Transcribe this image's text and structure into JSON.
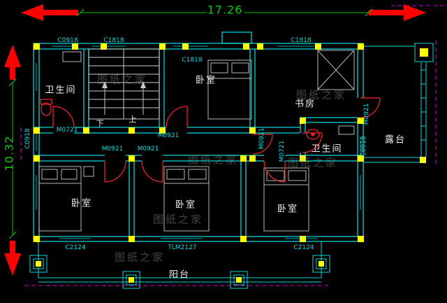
{
  "dimensions": {
    "width": "17.26",
    "height": "10.32"
  },
  "rooms": {
    "bathroom_top": "卫生间",
    "bedroom_top": "卧室",
    "study": "书房",
    "terrace": "露台",
    "bathroom_right": "卫生间",
    "bedroom_bottom_left": "卧室",
    "bedroom_bottom_middle": "卧室",
    "bedroom_bottom_right": "卧室",
    "balcony": "阳台"
  },
  "openings": {
    "c0918_top": "C0918",
    "c1818_top_left": "C1818",
    "c1818_bedroom": "C1818",
    "c1818_top_right": "C1818",
    "m0721_bath": "M0721",
    "m0921_hall_top": "M0921",
    "m0921_hall_left": "M0921",
    "m0921_hall_mid": "M0921",
    "m0921_vert": "M0921",
    "m0721_vert": "M0721",
    "c0918_left": "C0918",
    "c0918_right": "C0918",
    "m0921_terrace": "M0921",
    "c2124_left": "C2124",
    "tlm2127": "TLM2127",
    "c2124_right": "C2124"
  },
  "stairs": {
    "down": "下",
    "up": "上"
  },
  "watermark": "图纸之家",
  "colors": {
    "wall": "#00d8d8",
    "column": "#ffff00",
    "door": "#ff2222",
    "dimension": "#00cc00",
    "axis": "#d400d4",
    "room_text": "#f0f0f0"
  }
}
